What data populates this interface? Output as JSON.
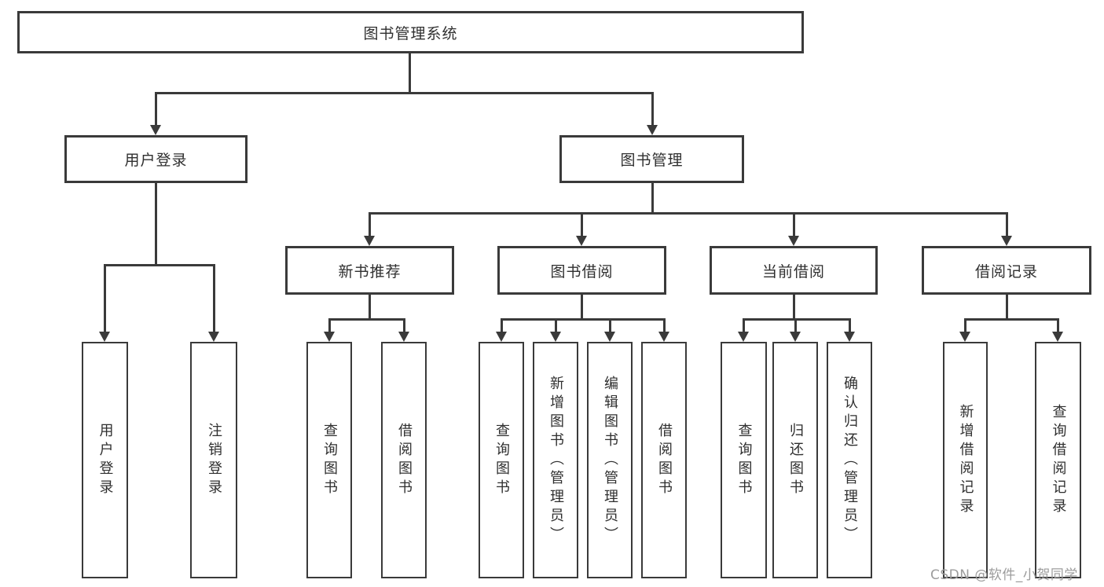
{
  "diagram": {
    "root": "图书管理系统",
    "level2": [
      "用户登录",
      "图书管理"
    ],
    "level3": [
      "新书推荐",
      "图书借阅",
      "当前借阅",
      "借阅记录"
    ],
    "leaves": {
      "user_login": [
        "用户登录",
        "注销登录"
      ],
      "new_book": [
        "查询图书",
        "借阅图书"
      ],
      "book_borrow": [
        "查询图书",
        "新增图书（管理员）",
        "编辑图书（管理员）",
        "借阅图书"
      ],
      "current_borrow": [
        "查询图书",
        "归还图书",
        "确认归还（管理员）"
      ],
      "borrow_record": [
        "新增借阅记录",
        "查询借阅记录"
      ]
    }
  },
  "watermark": "CSDN @软件_小贺同学",
  "colors": {
    "line": "#3a3a3a",
    "text": "#2f2f2f",
    "background": "#ffffff",
    "watermark": "#9c9c9c"
  }
}
